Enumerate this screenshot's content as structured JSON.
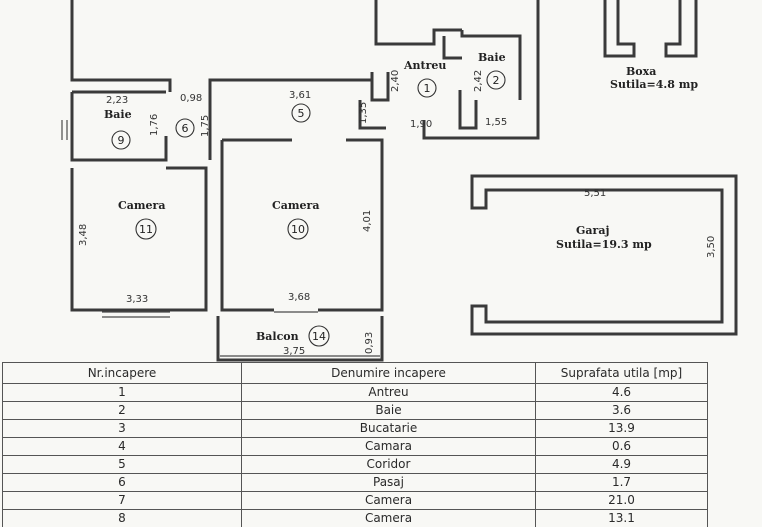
{
  "plan": {
    "rooms": {
      "antreu": "Antreu",
      "baie_top": "Baie",
      "boxa": "Boxa",
      "boxa_area": "Sutila=4.8 mp",
      "baie_left": "Baie",
      "camera_left": "Camera",
      "camera_mid": "Camera",
      "garaj": "Garaj",
      "garaj_area": "Sutila=19.3 mp",
      "balcon": "Balcon"
    },
    "numbers": {
      "n1": "1",
      "n2": "2",
      "n5": "5",
      "n6": "6",
      "n9": "9",
      "n10": "10",
      "n11": "11",
      "n14": "14"
    },
    "dimensions": {
      "d_223": "2,23",
      "d_098": "0,98",
      "d_361": "3,61",
      "d_240": "2,40",
      "d_242": "2,42",
      "d_135": "1,35",
      "d_176": "1,76",
      "d_175": "1,75",
      "d_190": "1,90",
      "d_155": "1,55",
      "d_551": "5,51",
      "d_348": "3,48",
      "d_401": "4,01",
      "d_350": "3,50",
      "d_333": "3,33",
      "d_368": "3,68",
      "d_375": "3,75",
      "d_093": "0,93"
    }
  },
  "table": {
    "headers": [
      "Nr.incapere",
      "Denumire incapere",
      "Suprafata utila [mp]"
    ],
    "rows": [
      [
        "1",
        "Antreu",
        "4.6"
      ],
      [
        "2",
        "Baie",
        "3.6"
      ],
      [
        "3",
        "Bucatarie",
        "13.9"
      ],
      [
        "4",
        "Camara",
        "0.6"
      ],
      [
        "5",
        "Coridor",
        "4.9"
      ],
      [
        "6",
        "Pasaj",
        "1.7"
      ],
      [
        "7",
        "Camera",
        "21.0"
      ],
      [
        "8",
        "Camera",
        "13.1"
      ]
    ]
  }
}
